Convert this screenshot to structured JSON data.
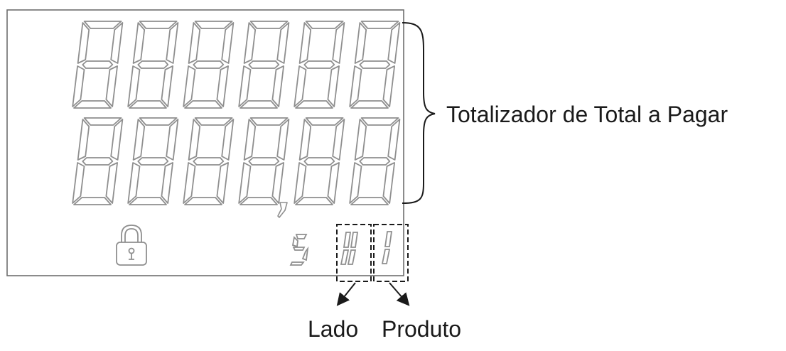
{
  "labels": {
    "totalizer": "Totalizador de Total a Pagar",
    "side": "Lado",
    "product": "Produto"
  },
  "display": {
    "top_row_digits": 6,
    "bottom_row_digits": 6,
    "bottom_row_decimal_after_digit": 4,
    "status_digit_side": "5",
    "status_segments": 3
  },
  "colors": {
    "segment_stroke": "#8f8f8f",
    "frame_stroke": "#6e6e6e",
    "annotation": "#1a1a1a"
  },
  "icons": {
    "lock": "lock-icon"
  }
}
